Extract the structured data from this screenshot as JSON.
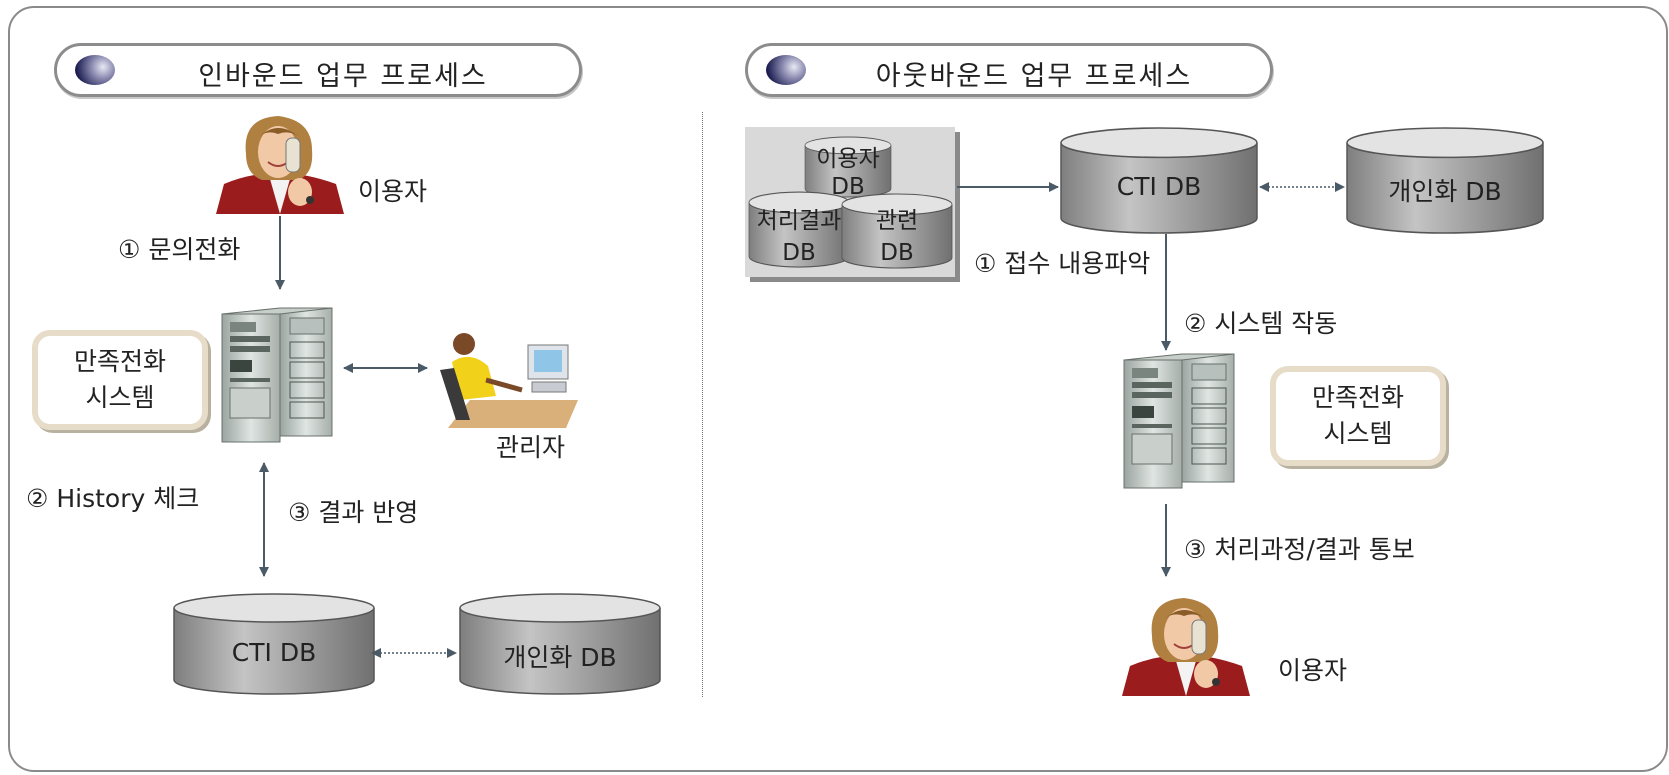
{
  "inbound": {
    "title": "인바운드 업무 프로세스",
    "user_label": "이용자",
    "step1": "① 문의전화",
    "system_box": [
      "만족전화",
      "시스템"
    ],
    "admin_label": "관리자",
    "step2": "② History 체크",
    "step3": "③ 결과 반영",
    "db_cti": "CTI DB",
    "db_personal": "개인화 DB"
  },
  "outbound": {
    "title": "아웃바운드 업무 프로세스",
    "db_user_a": "이용자",
    "db_user_b": "DB",
    "db_result_a": "처리결과",
    "db_result_b": "DB",
    "db_related_a": "관련",
    "db_related_b": "DB",
    "db_cti": "CTI DB",
    "db_personal": "개인화 DB",
    "step1": "① 접수 내용파악",
    "step2": "② 시스템 작동",
    "system_box": [
      "만족전화",
      "시스템"
    ],
    "step3": "③ 처리과정/결과 통보",
    "user_label": "이용자"
  },
  "colors": {
    "arrow": "#4a5a66",
    "db_top": "#e6e6e6",
    "db_body": "#9a9a9a",
    "box_border": "#e6dcc8",
    "jacket": "#9b1c1c"
  },
  "icons": [
    "person-on-phone-icon",
    "server-icon",
    "admin-at-desk-icon",
    "database-icon"
  ]
}
